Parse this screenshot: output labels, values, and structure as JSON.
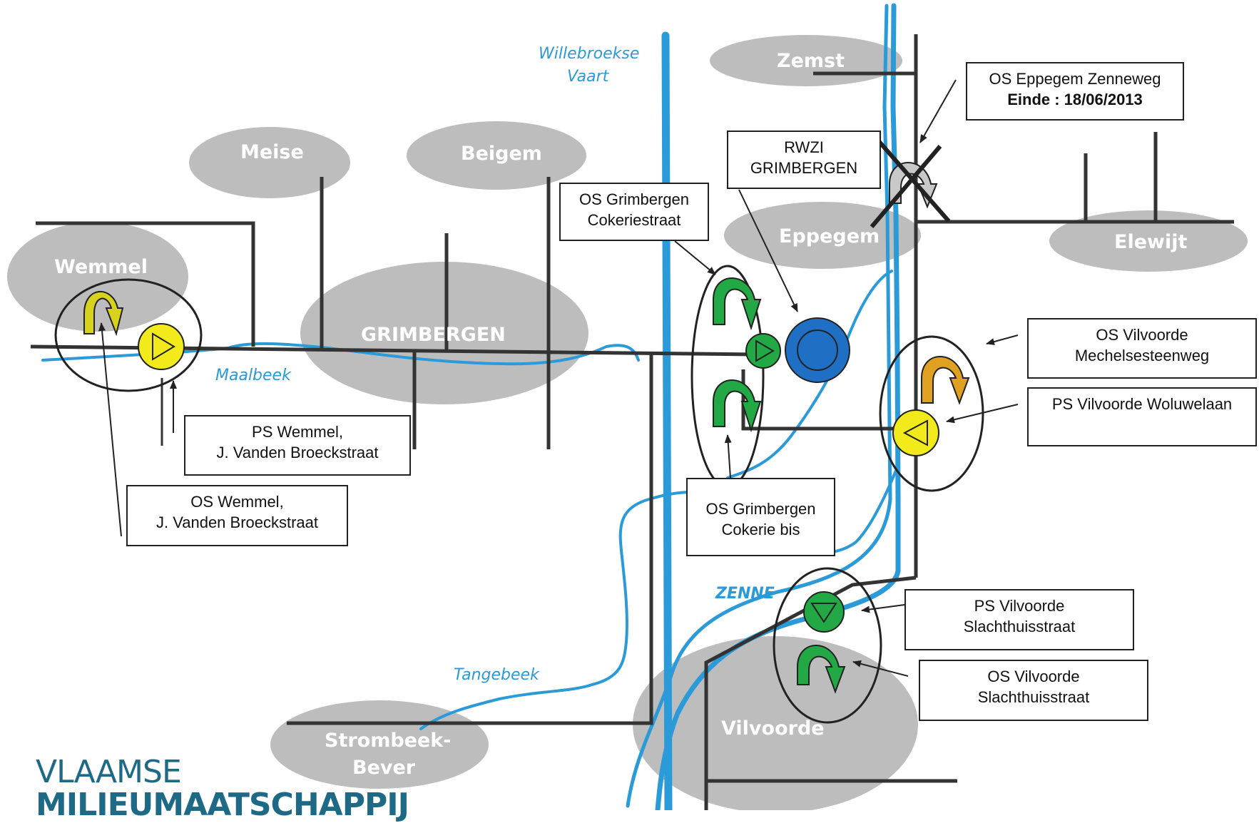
{
  "towns": {
    "wemmel": "Wemmel",
    "meise": "Meise",
    "beigem": "Beigem",
    "grimbergen": "GRIMBERGEN",
    "zemst": "Zemst",
    "eppegem": "Eppegem",
    "elewijt": "Elewijt",
    "vilvoorde": "Vilvoorde",
    "strombeek_line1": "Strombeek-",
    "strombeek_line2": "Bever"
  },
  "waterways": {
    "willebroekse_line1": "Willebroekse",
    "willebroekse_line2": "Vaart",
    "maalbeek": "Maalbeek",
    "tangebeek": "Tangebeek",
    "zenne": "ZENNE"
  },
  "labels": {
    "os_eppegem_line1": "OS Eppegem Zenneweg",
    "os_eppegem_line2": "Einde : 18/06/2013",
    "rwzi_line1": "RWZI",
    "rwzi_line2": "GRIMBERGEN",
    "os_cokeriestraat_line1": "OS Grimbergen",
    "os_cokeriestraat_line2": "Cokeriestraat",
    "os_vilvoorde_mechel_line1": "OS Vilvoorde",
    "os_vilvoorde_mechel_line2": "Mechelsesteenweg",
    "ps_vilvoorde_woluwe": "PS Vilvoorde Woluwelaan",
    "ps_wemmel_line1": "PS Wemmel,",
    "ps_wemmel_line2": "J. Vanden Broeckstraat",
    "os_wemmel_line1": "OS Wemmel,",
    "os_wemmel_line2": "J. Vanden Broeckstraat",
    "os_cokerie_bis_line1": "OS Grimbergen",
    "os_cokerie_bis_line2": "Cokerie bis",
    "ps_slachthuis_line1": "PS Vilvoorde",
    "ps_slachthuis_line2": "Slachthuisstraat",
    "os_slachthuis_line1": "OS Vilvoorde",
    "os_slachthuis_line2": "Slachthuisstraat"
  },
  "logo": {
    "line1": "VLAAMSE",
    "line2": "MILIEUMAATSCHAPPIJ"
  },
  "colors": {
    "water": "#2a9ad8",
    "pipe": "#333333",
    "town_blob": "#bdbdbd",
    "pump_yellow": "#f2ea1a",
    "pump_green": "#22a844",
    "overflow_orange": "#e0a020",
    "rwzi_blue": "#1f6fc4",
    "logo": "#1e6a86"
  }
}
